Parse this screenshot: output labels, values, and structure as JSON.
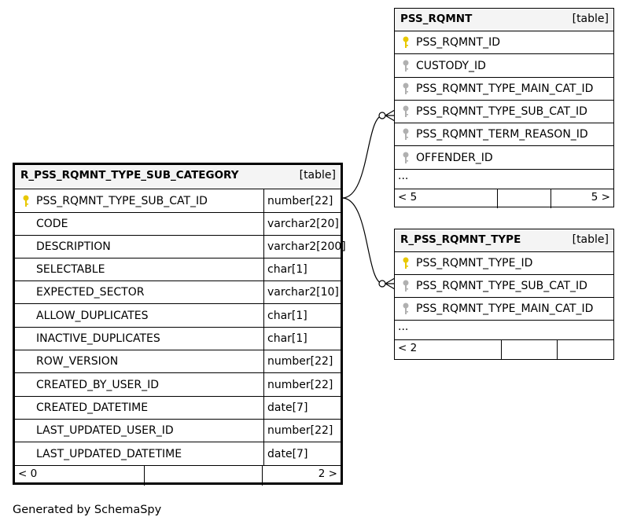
{
  "main_table": {
    "name": "R_PSS_RQMNT_TYPE_SUB_CATEGORY",
    "kind": "[table]",
    "columns": [
      {
        "name": "PSS_RQMNT_TYPE_SUB_CAT_ID",
        "type": "number[22]",
        "key": "primary"
      },
      {
        "name": "CODE",
        "type": "varchar2[20]"
      },
      {
        "name": "DESCRIPTION",
        "type": "varchar2[200]"
      },
      {
        "name": "SELECTABLE",
        "type": "char[1]"
      },
      {
        "name": "EXPECTED_SECTOR",
        "type": "varchar2[10]"
      },
      {
        "name": "ALLOW_DUPLICATES",
        "type": "char[1]"
      },
      {
        "name": "INACTIVE_DUPLICATES",
        "type": "char[1]"
      },
      {
        "name": "ROW_VERSION",
        "type": "number[22]"
      },
      {
        "name": "CREATED_BY_USER_ID",
        "type": "number[22]"
      },
      {
        "name": "CREATED_DATETIME",
        "type": "date[7]"
      },
      {
        "name": "LAST_UPDATED_USER_ID",
        "type": "number[22]"
      },
      {
        "name": "LAST_UPDATED_DATETIME",
        "type": "date[7]"
      }
    ],
    "footer_left": "< 0",
    "footer_right": "2 >"
  },
  "pss_rqmnt": {
    "name": "PSS_RQMNT",
    "kind": "[table]",
    "columns": [
      {
        "name": "PSS_RQMNT_ID",
        "key": "primary"
      },
      {
        "name": "CUSTODY_ID",
        "key": "foreign"
      },
      {
        "name": "PSS_RQMNT_TYPE_MAIN_CAT_ID",
        "key": "foreign"
      },
      {
        "name": "PSS_RQMNT_TYPE_SUB_CAT_ID",
        "key": "foreign"
      },
      {
        "name": "PSS_RQMNT_TERM_REASON_ID",
        "key": "foreign"
      },
      {
        "name": "OFFENDER_ID",
        "key": "foreign"
      }
    ],
    "ellipsis": "...",
    "footer_left": "< 5",
    "footer_right": "5 >"
  },
  "r_pss_rqmnt_type": {
    "name": "R_PSS_RQMNT_TYPE",
    "kind": "[table]",
    "columns": [
      {
        "name": "PSS_RQMNT_TYPE_ID",
        "key": "primary"
      },
      {
        "name": "PSS_RQMNT_TYPE_SUB_CAT_ID",
        "key": "foreign"
      },
      {
        "name": "PSS_RQMNT_TYPE_MAIN_CAT_ID",
        "key": "foreign"
      }
    ],
    "ellipsis": "...",
    "footer_left": "< 2"
  },
  "generated_by": "Generated by SchemaSpy",
  "colors": {
    "primary_key": "#e8c800",
    "foreign_key": "#b0b0b0",
    "header_bg": "#f4f4f4"
  }
}
